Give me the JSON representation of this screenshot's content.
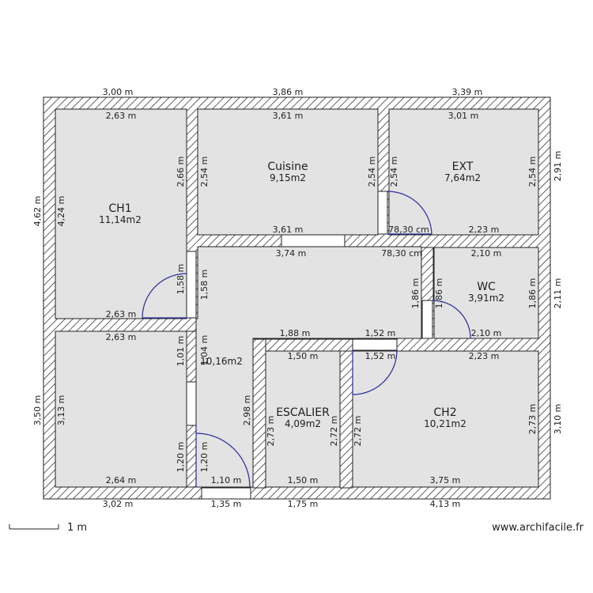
{
  "rooms": {
    "ch1": {
      "name": "CH1",
      "area": "11,14m2"
    },
    "cuisine": {
      "name": "Cuisine",
      "area": "9,15m2"
    },
    "ext": {
      "name": "EXT",
      "area": "7,64m2"
    },
    "wc": {
      "name": "WC",
      "area": "3,91m2"
    },
    "hall": {
      "name": "",
      "area": "10,16m2"
    },
    "escalier": {
      "name": "ESCALIER",
      "area": "4,09m2"
    },
    "ch2": {
      "name": "CH2",
      "area": "10,21m2"
    }
  },
  "dimensions": {
    "top_outer": [
      "3,00 m",
      "3,86 m",
      "3,39 m"
    ],
    "ch1_top": "2,63 m",
    "ch1_left": "4,24 m",
    "ch1_right": "2,66 m",
    "ch1_bottom": "2,63 m",
    "cuisine_top": "3,61 m",
    "cuisine_left": "2,54 m",
    "cuisine_right": "2,54 m",
    "cuisine_bottom": "3,61 m",
    "ext_top": "3,01 m",
    "ext_left": "2,54 m",
    "ext_right": "2,54 m",
    "ext_bottom_door": "78,30 cm",
    "ext_bottom": "2,23 m",
    "hall_top": "3,74 m",
    "hall_door": "78,30 cm",
    "hall_left": "1,58 m",
    "ch1_door": "1,58 m",
    "wc_top": "2,10 m",
    "wc_left_outer": "1,86 m",
    "wc_left": "1,86 m",
    "wc_right": "1,86 m",
    "wc_bottom": "2,10 m",
    "stair_top_outer": "1,88 m",
    "corridor_top": "1,52 m",
    "corridor_bottom": "1,52 m",
    "ch2_top": "2,23 m",
    "ch3_top": "2,63 m",
    "ch3_left": "3,13 m",
    "ch3_right": "1,01 m",
    "hall_small": "1,04 m",
    "hall_vert": "2,98 m",
    "stair_top": "1,50 m",
    "stair_left": "2,73 m",
    "stair_right": "2,72 m",
    "stair_bottom": "1,50 m",
    "ch2_left": "2,72 m",
    "ch2_right": "2,73 m",
    "ch2_bottom": "3,75 m",
    "ch3_bottom": "2,64 m",
    "door_ch3_outer": "1,20 m",
    "door_ch3_inner": "1,20 m",
    "entry_width": "1,10 m",
    "left_outer_top": "4,62 m",
    "left_outer_bottom": "3,50 m",
    "right_outer_top": "2,91 m",
    "right_outer_mid": "2,11 m",
    "right_outer_bottom": "3,10 m",
    "bottom_outer": [
      "3,02 m",
      "1,35 m",
      "1,75 m",
      "4,13 m"
    ]
  },
  "scale": {
    "label": "1 m"
  },
  "footer": {
    "site": "www.archifacile.fr"
  }
}
